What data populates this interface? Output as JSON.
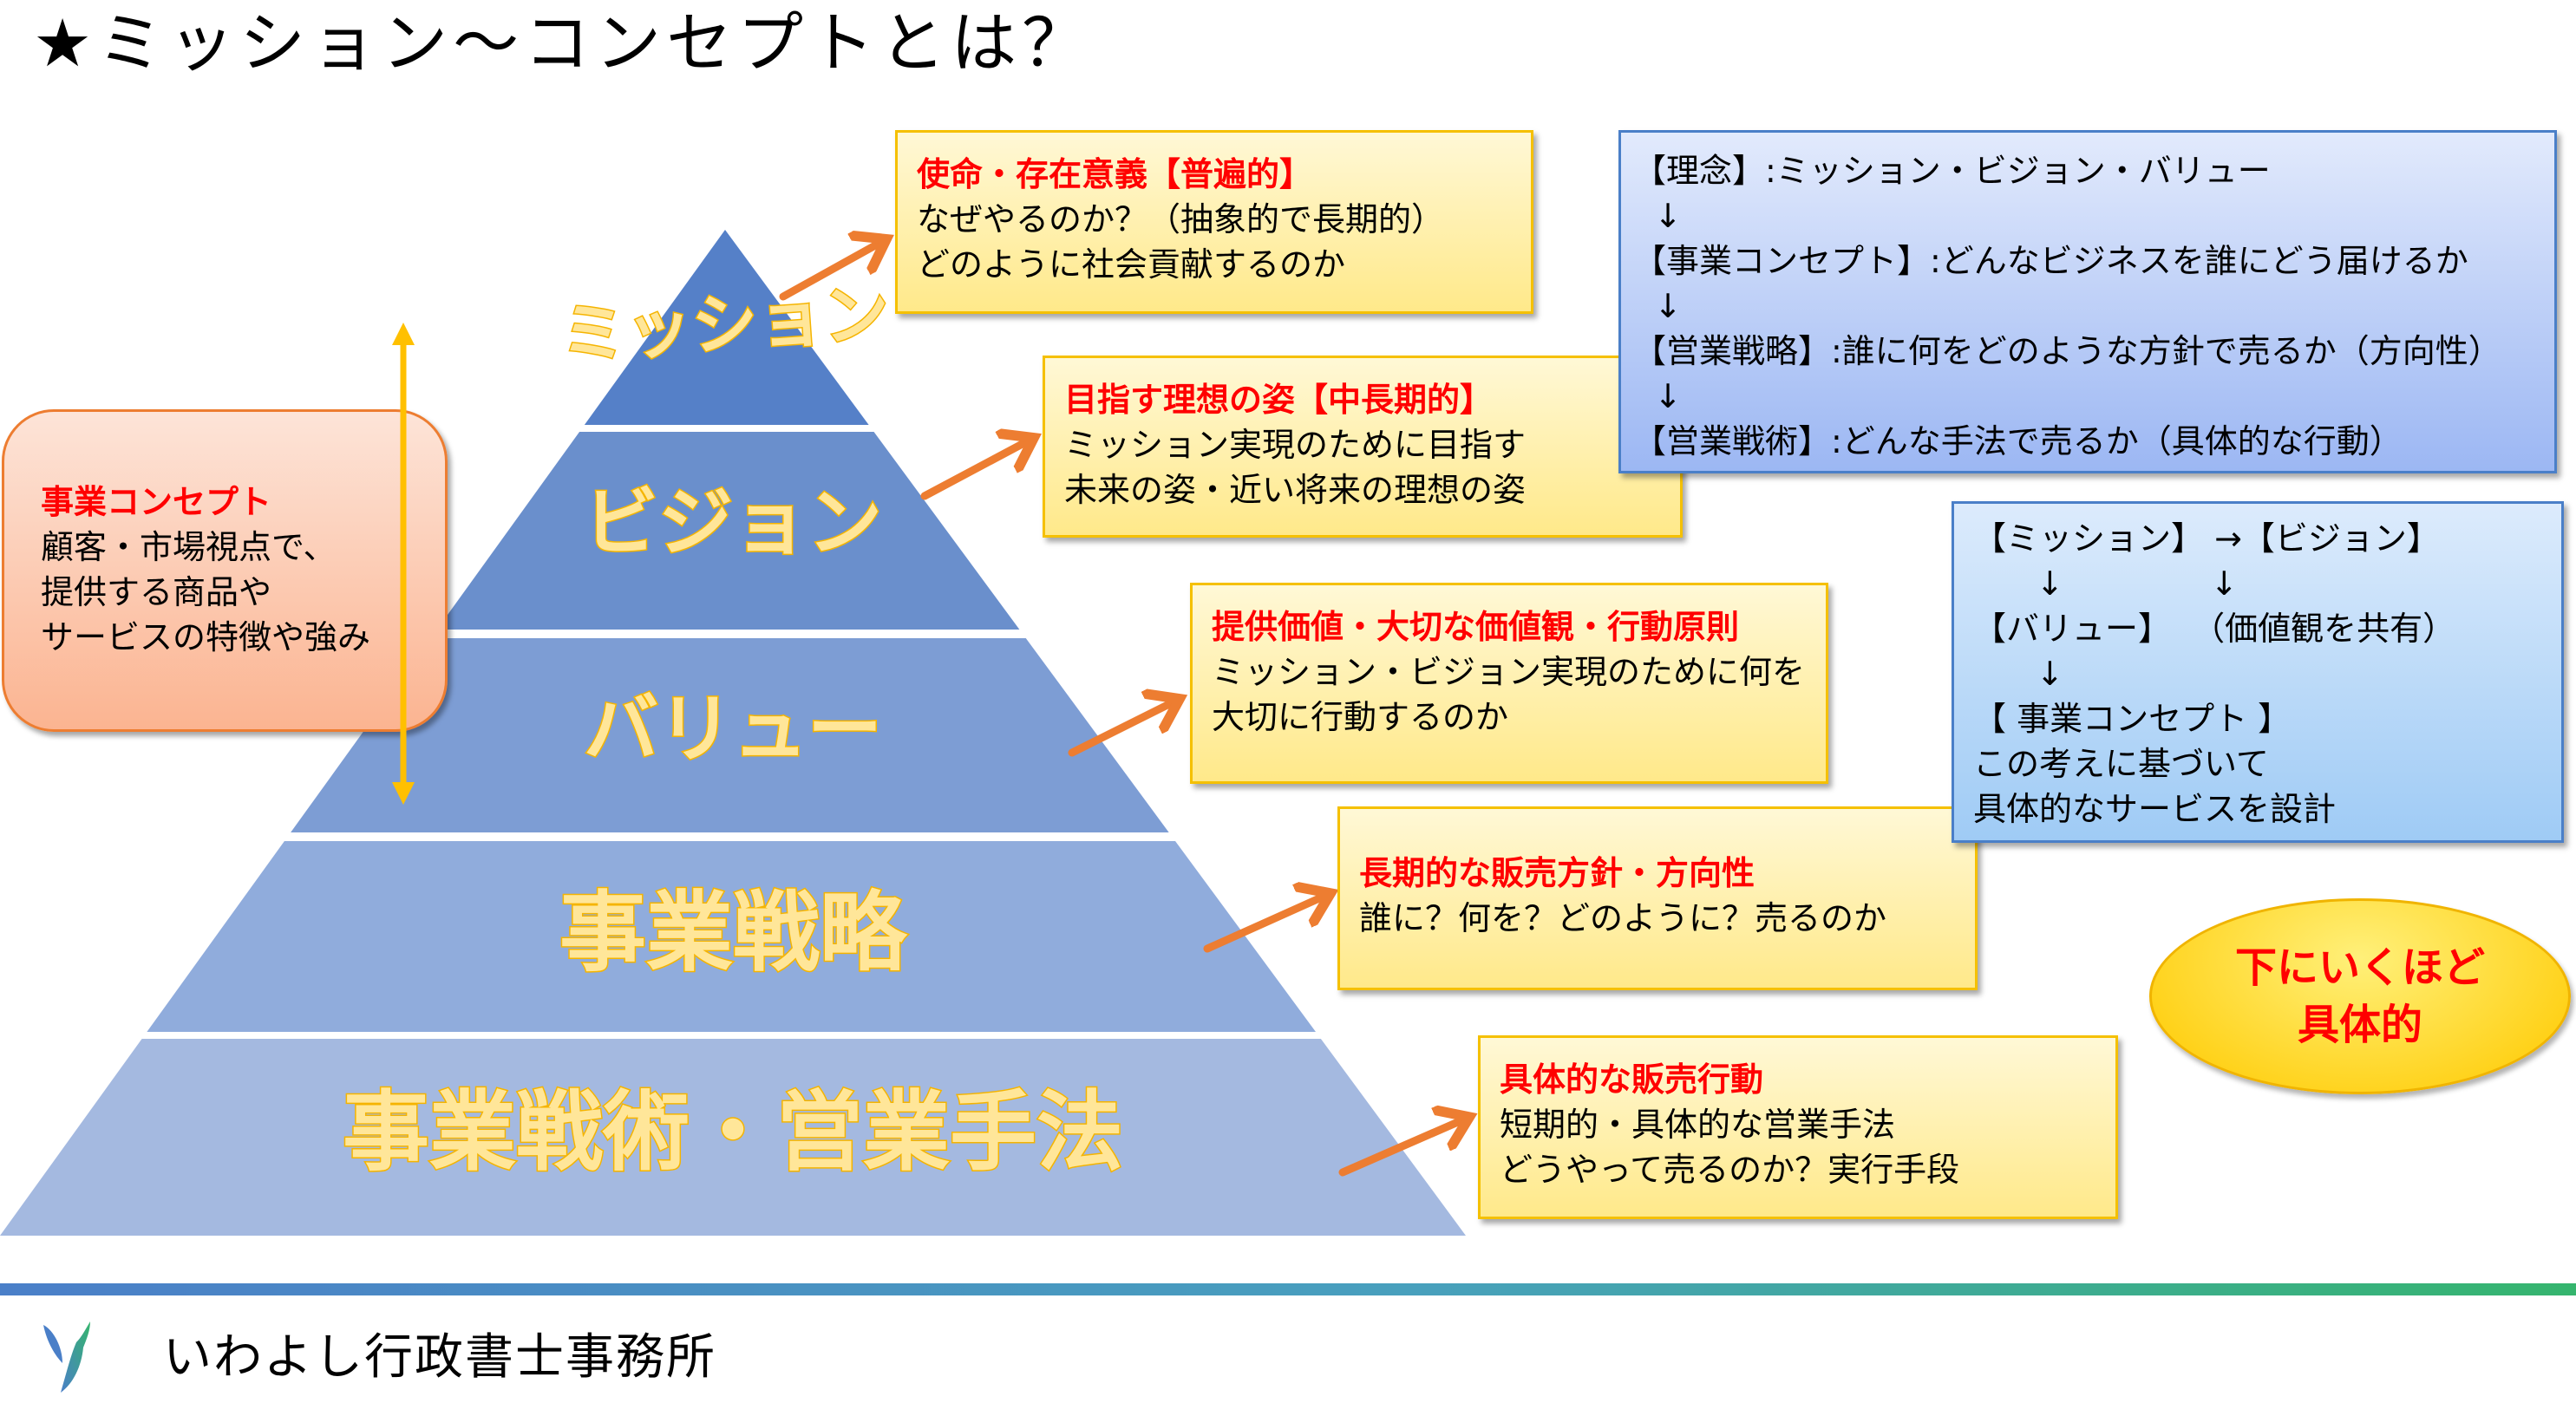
{
  "title": "★ミッション〜コンセプトとは？",
  "pyramid": {
    "layers": [
      {
        "label": "ミッション",
        "color": "#5580c8"
      },
      {
        "label": "ビジョン",
        "color": "#6a8fcc"
      },
      {
        "label": "バリュー",
        "color": "#7d9dd4"
      },
      {
        "label": "事業戦略",
        "color": "#90acdc"
      },
      {
        "label": "事業戦術・営業手法",
        "color": "#a4b9e0"
      }
    ],
    "label_fill": "#ffe699",
    "label_stroke": "#f5b400"
  },
  "callouts": [
    {
      "head": "使命・存在意義【普遍的】",
      "lines": [
        "なぜやるのか？（抽象的で長期的）",
        "どのように社会貢献するのか"
      ]
    },
    {
      "head": "目指す理想の姿【中長期的】",
      "lines": [
        "ミッション実現のために目指す",
        "未来の姿・近い将来の理想の姿"
      ]
    },
    {
      "head": "提供価値・大切な価値観・行動原則",
      "lines": [
        "ミッション・ビジョン実現のために何を",
        "大切に行動するのか"
      ]
    },
    {
      "head": "長期的な販売方針・方向性",
      "lines": [
        "誰に？何を？どのように？売るのか"
      ]
    },
    {
      "head": "具体的な販売行動",
      "lines": [
        "短期的・具体的な営業手法",
        "どうやって売るのか？実行手段"
      ]
    }
  ],
  "concept_box": {
    "head": "事業コンセプト",
    "lines": [
      "顧客・市場視点で、",
      "提供する商品や",
      "サービスの特徴や強み"
    ]
  },
  "philosophy_box": {
    "rows": [
      "【理念】:ミッション・ビジョン・バリュー",
      "  ↓",
      "【事業コンセプト】:どんなビジネスを誰にどう届けるか",
      "  ↓",
      "【営業戦略】:誰に何をどのような方針で売るか（方向性）",
      "  ↓",
      "【営業戦術】:どんな手法で売るか（具体的な行動）"
    ]
  },
  "flow_box": {
    "rows": [
      "【ミッション】 →【ビジョン】",
      "      ↓              ↓",
      "【バリュー】  （価値観を共有）",
      "      ↓",
      "【 事業コンセプト 】",
      "この考えに基づいて",
      "具体的なサービスを設計"
    ]
  },
  "ellipse": {
    "line1": "下にいくほど",
    "line2": "具体的"
  },
  "footer": {
    "org_name": "いわよし行政書士事務所"
  },
  "colors": {
    "accent_red": "#ff0000",
    "arrow_orange": "#ed7d31",
    "arrow_gold": "#ffc000"
  }
}
